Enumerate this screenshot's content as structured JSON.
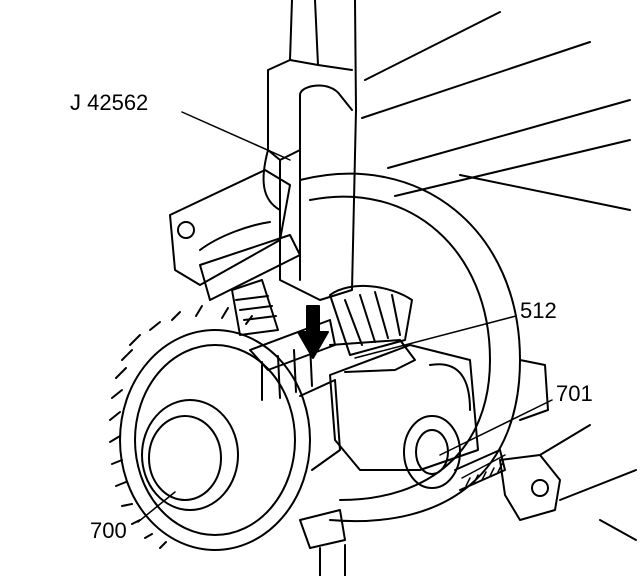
{
  "callouts": {
    "tool": "J 42562",
    "gear_512": "512",
    "part_701": "701",
    "part_700": "700"
  },
  "colors": {
    "ink": "#000000",
    "paper": "#ffffff"
  }
}
